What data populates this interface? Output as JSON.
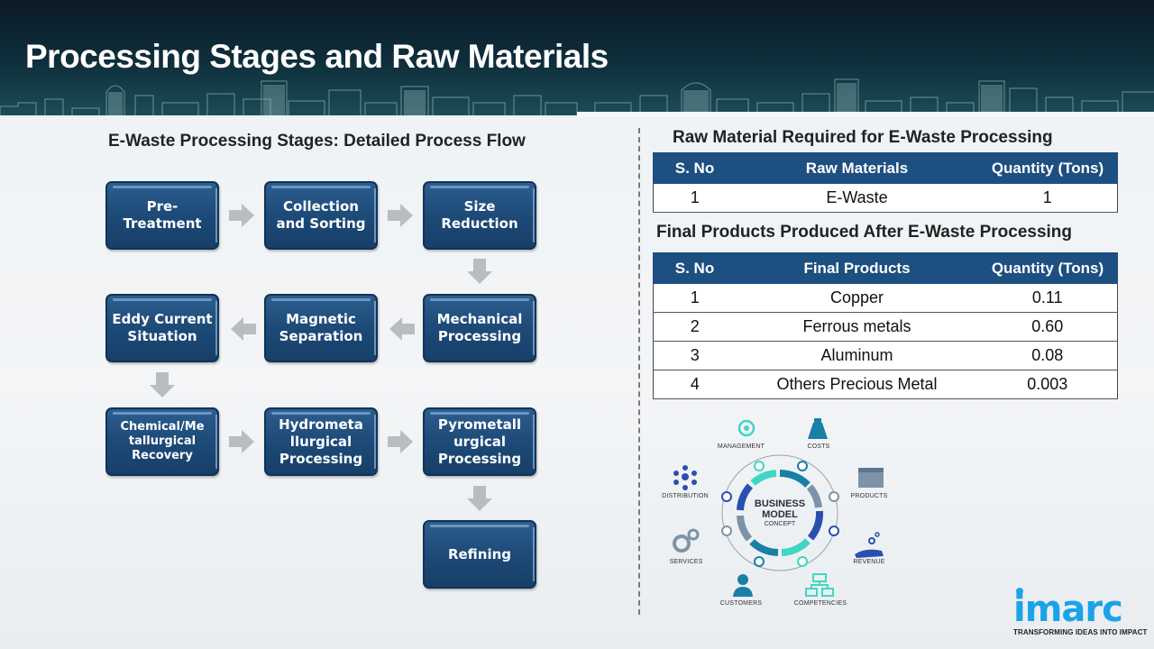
{
  "header": {
    "title": "Processing Stages and Raw Materials"
  },
  "flow": {
    "title": "E-Waste Processing Stages: Detailed Process Flow",
    "stages": [
      "Pre-\nTreatment",
      "Collection and Sorting",
      "Size Reduction",
      "Mechanical Processing",
      "Magnetic Separation",
      "Eddy Current Situation",
      "Chemical/Me tallurgical Recovery",
      "Hydrometa llurgical Processing",
      "Pyrometall urgical Processing",
      "Refining"
    ],
    "arrow_color": "#b9bdc0",
    "box_color": "#1d4a78"
  },
  "raw_table": {
    "title": "Raw Material Required for E-Waste Processing",
    "headers": [
      "S. No",
      "Raw Materials",
      "Quantity (Tons)"
    ],
    "rows": [
      [
        "1",
        "E-Waste",
        "1"
      ]
    ]
  },
  "products_table": {
    "title": "Final Products Produced After E-Waste Processing",
    "headers": [
      "S. No",
      "Final Products",
      "Quantity (Tons)"
    ],
    "rows": [
      [
        "1",
        "Copper",
        "0.11"
      ],
      [
        "2",
        "Ferrous metals",
        "0.60"
      ],
      [
        "3",
        "Aluminum",
        "0.08"
      ],
      [
        "4",
        "Others Precious Metal",
        "0.003"
      ]
    ]
  },
  "business_model": {
    "center": [
      "BUSINESS",
      "MODEL",
      "CONCEPT"
    ],
    "labels": [
      "MANAGEMENT",
      "COSTS",
      "DISTRIBUTION",
      "PRODUCTS",
      "SERVICES",
      "REVENUE",
      "CUSTOMERS",
      "COMPETENCIES"
    ],
    "colors": {
      "teal": "#3fd6c6",
      "blue": "#2a4fb0",
      "steel": "#7d93a8",
      "mid": "#1a7fa6"
    }
  },
  "logo": {
    "word": "imarc",
    "tagline": "TRANSFORMING IDEAS INTO IMPACT",
    "color": "#1aa3e8"
  }
}
